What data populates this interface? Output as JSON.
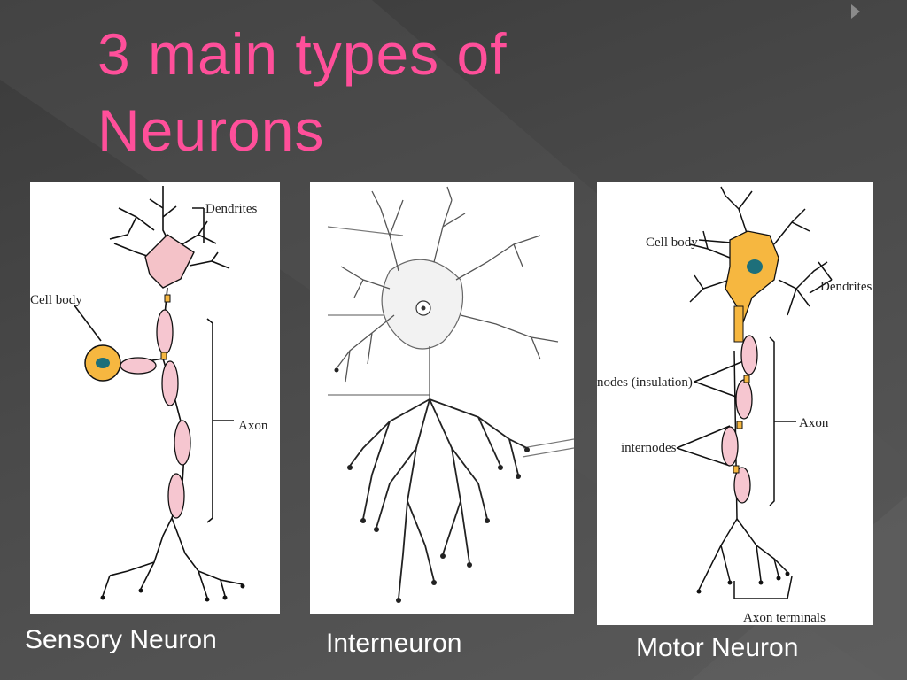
{
  "slide": {
    "title_line1": "3 main types of",
    "title_line2": "Neurons",
    "nav_icon": "triangle-right-icon",
    "title_color": "#ff4f9a"
  },
  "sensory": {
    "caption": "Sensory Neuron",
    "labels": {
      "dendrites": "Dendrites",
      "cell_body": "Cell body",
      "axon": "Axon"
    }
  },
  "interneuron": {
    "caption": "Interneuron"
  },
  "motor": {
    "caption": "Motor Neuron",
    "labels": {
      "cell_body": "Cell body",
      "dendrites": "Dendrites",
      "nodes": "nodes (insulation)",
      "internodes": "internodes",
      "axon": "Axon",
      "axon_terminals": "Axon terminals"
    }
  },
  "colors": {
    "soma_pink": "#f4c2c8",
    "myelin_pink": "#f6c6d0",
    "motor_soma": "#f6b740",
    "nucleus": "#1d6f7a"
  }
}
